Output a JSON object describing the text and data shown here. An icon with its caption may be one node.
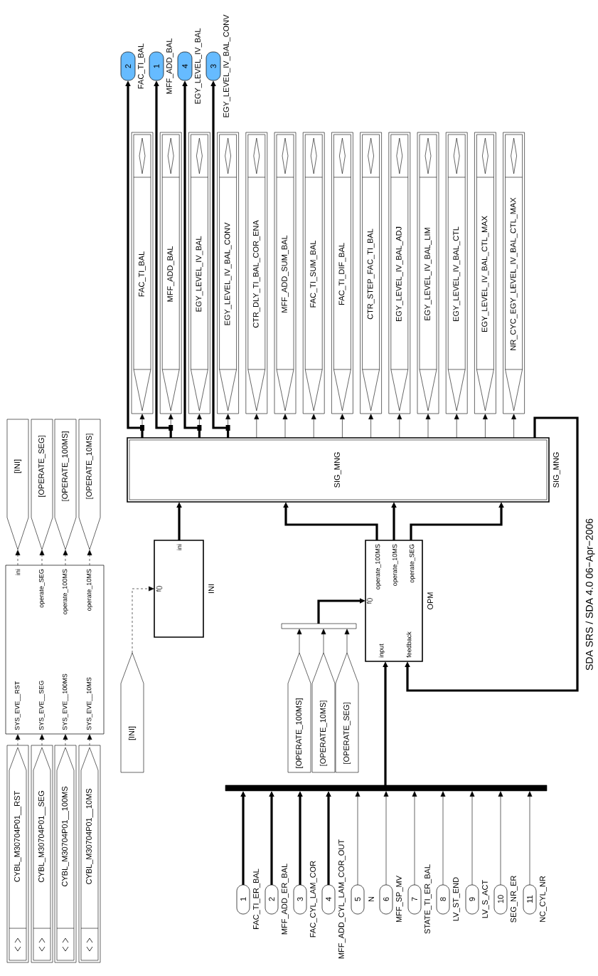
{
  "diagram": {
    "nodes": [
      {
        "text": [
          "CYBL_M30704P01__RST"
        ]
      },
      {
        "text": [
          "CYBL_M30704P01__SEG"
        ]
      },
      {
        "text": [
          "CYBL_M30704P01__100MS"
        ]
      },
      {
        "text": [
          "CYBL_M30704P01__10MS"
        ]
      },
      {
        "text": [
          "SYS_EVE__RST",
          "SYS_EVE__SEG",
          "SYS_EVE__100MS",
          "SYS_EVE__10MS",
          "ini",
          "operate_SEG",
          "operate_100MS",
          "operate_10MS"
        ]
      },
      {
        "text": [
          "[INI]"
        ]
      },
      {
        "text": [
          "[OPERATE_SEG]"
        ]
      },
      {
        "text": [
          "[OPERATE_100MS]"
        ]
      },
      {
        "text": [
          "[OPERATE_10MS]"
        ]
      },
      {
        "text": [
          "[INI]"
        ]
      },
      {
        "text": [
          "ini",
          "f()"
        ],
        "beside": [
          "INI"
        ]
      },
      {
        "text": [
          "SIG_MNG"
        ],
        "beside": [
          "SIG_MNG"
        ]
      },
      {
        "text": [
          "operate_100MS",
          "operate_10MS",
          "operate_SEG",
          "f()",
          "input",
          "feedback"
        ],
        "beside": [
          "OPM"
        ]
      },
      {
        "text": [],
        "shape": "bar"
      },
      {
        "text": [
          "[OPERATE_100MS]"
        ]
      },
      {
        "text": [
          "[OPERATE_10MS]"
        ]
      },
      {
        "text": [
          "[OPERATE_SEG]"
        ]
      },
      {
        "text": [],
        "shape": "bar"
      },
      {
        "text": [
          "1"
        ],
        "beside": [
          "FAC_TI_ER_BAL"
        ]
      },
      {
        "text": [
          "2"
        ],
        "beside": [
          "MFF_ADD_ER_BAL"
        ]
      },
      {
        "text": [
          "3"
        ],
        "beside": [
          "FAC_CYL_LAM_COR"
        ]
      },
      {
        "text": [
          "4"
        ],
        "beside": [
          "MFF_ADD_CYL_LAM_COR_OUT"
        ]
      },
      {
        "text": [
          "5"
        ],
        "beside": [
          "N"
        ]
      },
      {
        "text": [
          "6"
        ],
        "beside": [
          "MFF_SP_MV"
        ]
      },
      {
        "text": [
          "7"
        ],
        "beside": [
          "STATE_TI_ER_BAL"
        ]
      },
      {
        "text": [
          "8"
        ],
        "beside": [
          "LV_ST_END"
        ]
      },
      {
        "text": [
          "9"
        ],
        "beside": [
          "LV_S_ACT"
        ]
      },
      {
        "text": [
          "10"
        ],
        "beside": [
          "SEG_NR_ER"
        ]
      },
      {
        "text": [
          "11"
        ],
        "beside": [
          "NC_CYL_NR"
        ]
      },
      {
        "text": [
          "FAC_TI_BAL"
        ]
      },
      {
        "text": [
          "MFF_ADD_BAL"
        ]
      },
      {
        "text": [
          "EGY_LEVEL_IV_BAL"
        ]
      },
      {
        "text": [
          "EGY_LEVEL_IV_BAL_CONV"
        ]
      },
      {
        "text": [
          "CTR_DLY_TI_BAL_COR_ENA"
        ]
      },
      {
        "text": [
          "MFF_ADD_SUM_BAL"
        ]
      },
      {
        "text": [
          "FAC_TI_SUM_BAL"
        ]
      },
      {
        "text": [
          "FAC_TI_DIF_BAL"
        ]
      },
      {
        "text": [
          "CTR_STEP_FAC_TI_BAL"
        ]
      },
      {
        "text": [
          "EGY_LEVEL_IV_BAL_ADJ"
        ]
      },
      {
        "text": [
          "EGY_LEVEL_IV_BAL_LIM"
        ]
      },
      {
        "text": [
          "EGY_LEVEL_IV_BAL_CTL"
        ]
      },
      {
        "text": [
          "EGY_LEVEL_IV_BAL_CTL_MAX"
        ]
      },
      {
        "text": [
          "NR_CYC_EGY_LEVEL_IV_BAL_CTL_MAX"
        ]
      },
      {
        "text": [
          "2"
        ],
        "beside": [
          "FAC_TI_BAL"
        ]
      },
      {
        "text": [
          "1"
        ],
        "beside": [
          "MFF_ADD_BAL"
        ]
      },
      {
        "text": [
          "4"
        ],
        "beside": [
          "EGY_LEVEL_IV_BAL"
        ]
      },
      {
        "text": [
          "3"
        ],
        "beside": [
          "EGY_LEVEL_IV_BAL_CONV"
        ]
      }
    ],
    "edges": [
      {
        "from": 0,
        "to": 4,
        "arrow": "to",
        "style": "dashed"
      },
      {
        "from": 1,
        "to": 4,
        "arrow": "to",
        "style": "dashed"
      },
      {
        "from": 2,
        "to": 4,
        "arrow": "to",
        "style": "dashed"
      },
      {
        "from": 3,
        "to": 4,
        "arrow": "to",
        "style": "dashed"
      },
      {
        "from": 4,
        "to": 5,
        "arrow": "to",
        "style": "dashed"
      },
      {
        "from": 4,
        "to": 6,
        "arrow": "to",
        "style": "dashed"
      },
      {
        "from": 4,
        "to": 7,
        "arrow": "to",
        "style": "dashed"
      },
      {
        "from": 4,
        "to": 8,
        "arrow": "to",
        "style": "dashed"
      },
      {
        "from": 9,
        "to": 10,
        "arrow": "to",
        "style": "dashed"
      },
      {
        "from": 10,
        "to": 11,
        "arrow": "to",
        "style": "thick"
      },
      {
        "from": 12,
        "to": 11,
        "arrow": "to",
        "style": "thick"
      },
      {
        "from": 12,
        "to": 11,
        "arrow": "to",
        "style": "thick"
      },
      {
        "from": 12,
        "to": 11,
        "arrow": "to",
        "style": "thick"
      },
      {
        "from": 13,
        "to": 12,
        "arrow": "to",
        "style": "thick"
      },
      {
        "from": 14,
        "to": 13,
        "arrow": "to"
      },
      {
        "from": 15,
        "to": 13,
        "arrow": "to"
      },
      {
        "from": 16,
        "to": 13,
        "arrow": "to"
      },
      {
        "from": 17,
        "to": 12,
        "arrow": "to",
        "style": "thick"
      },
      {
        "from": 11,
        "to": 12,
        "arrow": "to",
        "style": "thick"
      },
      {
        "from": 18,
        "to": 17,
        "arrow": "to",
        "style": "thick"
      },
      {
        "from": 19,
        "to": 17,
        "arrow": "to",
        "style": "thick"
      },
      {
        "from": 20,
        "to": 17,
        "arrow": "to",
        "style": "thick"
      },
      {
        "from": 21,
        "to": 17,
        "arrow": "to",
        "style": "thick"
      },
      {
        "from": 22,
        "to": 17,
        "arrow": "to"
      },
      {
        "from": 23,
        "to": 17,
        "arrow": "to"
      },
      {
        "from": 24,
        "to": 17,
        "arrow": "to"
      },
      {
        "from": 25,
        "to": 17,
        "arrow": "to"
      },
      {
        "from": 26,
        "to": 17,
        "arrow": "to"
      },
      {
        "from": 27,
        "to": 17,
        "arrow": "to"
      },
      {
        "from": 28,
        "to": 17,
        "arrow": "to"
      },
      {
        "from": 11,
        "to": 29,
        "arrow": "to"
      },
      {
        "from": 11,
        "to": 30,
        "arrow": "to"
      },
      {
        "from": 11,
        "to": 31,
        "arrow": "to"
      },
      {
        "from": 11,
        "to": 32,
        "arrow": "to"
      },
      {
        "from": 11,
        "to": 33,
        "arrow": "to"
      },
      {
        "from": 11,
        "to": 34,
        "arrow": "to"
      },
      {
        "from": 11,
        "to": 35,
        "arrow": "to"
      },
      {
        "from": 11,
        "to": 36,
        "arrow": "to"
      },
      {
        "from": 11,
        "to": 37,
        "arrow": "to"
      },
      {
        "from": 11,
        "to": 38,
        "arrow": "to"
      },
      {
        "from": 11,
        "to": 39,
        "arrow": "to"
      },
      {
        "from": 11,
        "to": 40,
        "arrow": "to"
      },
      {
        "from": 11,
        "to": 41,
        "arrow": "to"
      },
      {
        "from": 11,
        "to": 42,
        "arrow": "to"
      },
      {
        "from": 11,
        "to": 43,
        "arrow": "to",
        "style": "thick"
      },
      {
        "from": 11,
        "to": 44,
        "arrow": "to",
        "style": "thick"
      },
      {
        "from": 11,
        "to": 45,
        "arrow": "to",
        "style": "thick"
      },
      {
        "from": 11,
        "to": 46,
        "arrow": "to",
        "style": "thick"
      }
    ],
    "labels": [
      "SDA SRS / SDA 4.0 06−Apr−2006"
    ]
  }
}
